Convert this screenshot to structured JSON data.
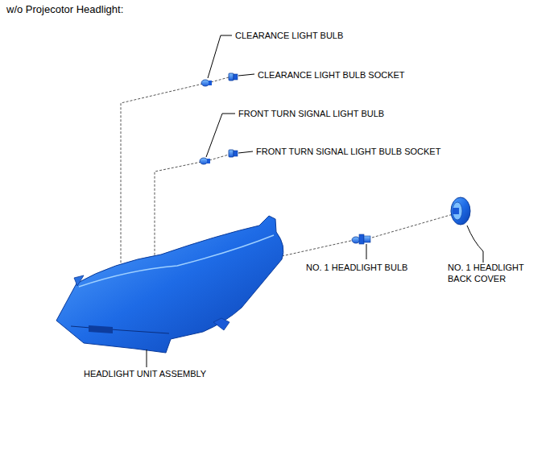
{
  "diagram": {
    "title": "w/o Projecotor Headlight:",
    "labels": [
      "CLEARANCE LIGHT BULB",
      "CLEARANCE LIGHT BULB SOCKET",
      "FRONT TURN SIGNAL LIGHT BULB",
      "FRONT TURN SIGNAL LIGHT BULB SOCKET",
      "NO. 1 HEADLIGHT BULB",
      "NO. 1 HEADLIGHT BACK COVER",
      "HEADLIGHT UNIT ASSEMBLY"
    ]
  }
}
